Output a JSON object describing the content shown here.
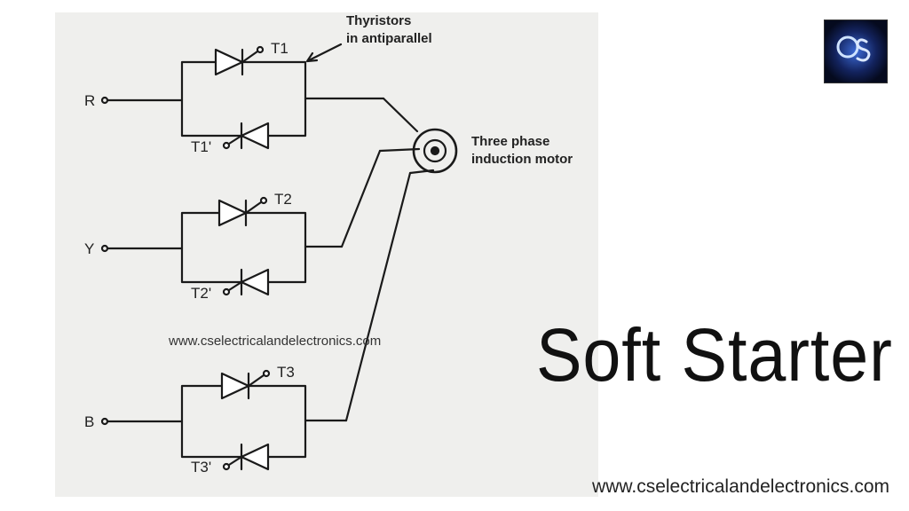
{
  "diagram": {
    "annotation": "Thyristors\nin antiparallel",
    "motor_label": "Three phase\ninduction motor",
    "phases": [
      {
        "name": "R",
        "thyristor": "T1",
        "thyristor_anti": "T1'"
      },
      {
        "name": "Y",
        "thyristor": "T2",
        "thyristor_anti": "T2'"
      },
      {
        "name": "B",
        "thyristor": "T3",
        "thyristor_anti": "T3'"
      }
    ]
  },
  "overlay": {
    "title": "Soft Starter",
    "website_watermark": "www.cselectricalandelectronics.com",
    "website_bottom": "www.cselectricalandelectronics.com",
    "logo_text": "CS"
  }
}
